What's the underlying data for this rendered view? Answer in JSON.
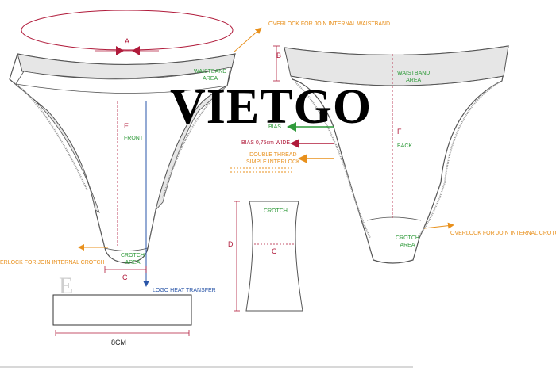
{
  "watermark": "VIETGO",
  "ghost_letter": "E",
  "measures": {
    "a": "A",
    "b": "B",
    "c_front": "C",
    "c_crotch": "C",
    "d": "D",
    "e": "E",
    "f": "F",
    "eight_cm": "8CM"
  },
  "labels": {
    "overlock_waistband": "OVERLOCK FOR JOIN INTERNAL WAISTBAND",
    "waistband_area_front": "WAISTBAND\nAREA",
    "waistband_area_back": "WAISTBAND\nAREA",
    "front": "FRONT",
    "back": "BACK",
    "bias": "BIAS",
    "bias_wide": "BIAS 0,75cm WIDE",
    "double_thread": "DOUBLE THREAD\nSIMPLE INTERLOCK",
    "crotch_area_front": "CROTCH\nAREA",
    "crotch_area_back": "CROTCH\nAREA",
    "crotch": "CROTCH",
    "overlock_crotch_left": "ERLOCK FOR JOIN INTERNAL CROTCH",
    "overlock_crotch_right": "OVERLOCK FOR JOIN INTERNAL CROTCH",
    "logo_heat_transfer": "LOGO HEAT TRANSFER"
  },
  "colors": {
    "orange": "#e8901c",
    "green": "#2f9a3a",
    "crimson": "#b01a3a",
    "blue": "#2a56a8",
    "outline": "#555555",
    "fill_gray": "#e6e6e6"
  }
}
